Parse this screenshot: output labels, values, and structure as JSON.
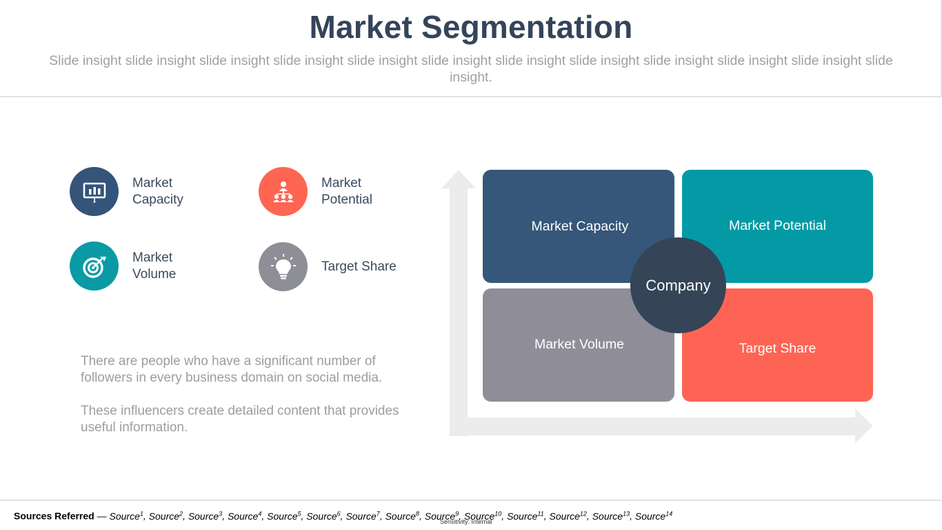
{
  "header": {
    "title": "Market Segmentation",
    "subtitle": "Slide insight slide insight slide insight slide insight slide insight slide insight slide insight slide insight slide insight slide insight slide insight slide insight."
  },
  "legend": {
    "items": [
      {
        "label": "Market Capacity",
        "icon": "presentation-chart-icon",
        "color": "#34547a"
      },
      {
        "label": "Market Potential",
        "icon": "team-hierarchy-icon",
        "color": "#fe6553"
      },
      {
        "label": "Market Volume",
        "icon": "target-arrow-icon",
        "color": "#0a9aa5"
      },
      {
        "label": "Target Share",
        "icon": "lightbulb-icon",
        "color": "#8e8e96"
      }
    ]
  },
  "body": {
    "paragraph1": "There are people who have a significant number of followers in every business domain on social media.",
    "paragraph2": "These influencers create detailed content that provides useful information."
  },
  "diagram": {
    "quadrants": [
      {
        "label": "Market Capacity",
        "color": "#365779"
      },
      {
        "label": "Market Potential",
        "color": "#039aa6"
      },
      {
        "label": "Market Volume",
        "color": "#8f8e98"
      },
      {
        "label": "Target Share",
        "color": "#fe6453"
      }
    ],
    "center": {
      "label": "Company",
      "color": "#354457"
    },
    "axis_color": "#ececec"
  },
  "footer": {
    "sources_lead": "Sources Referred",
    "sources_sep": " — ",
    "sources": [
      "1",
      "2",
      "3",
      "4",
      "5",
      "6",
      "7",
      "8",
      "9",
      "10",
      "11",
      "12",
      "13",
      "14"
    ],
    "source_word": "Source",
    "sensitivity": "Sensitivity: Internal"
  }
}
